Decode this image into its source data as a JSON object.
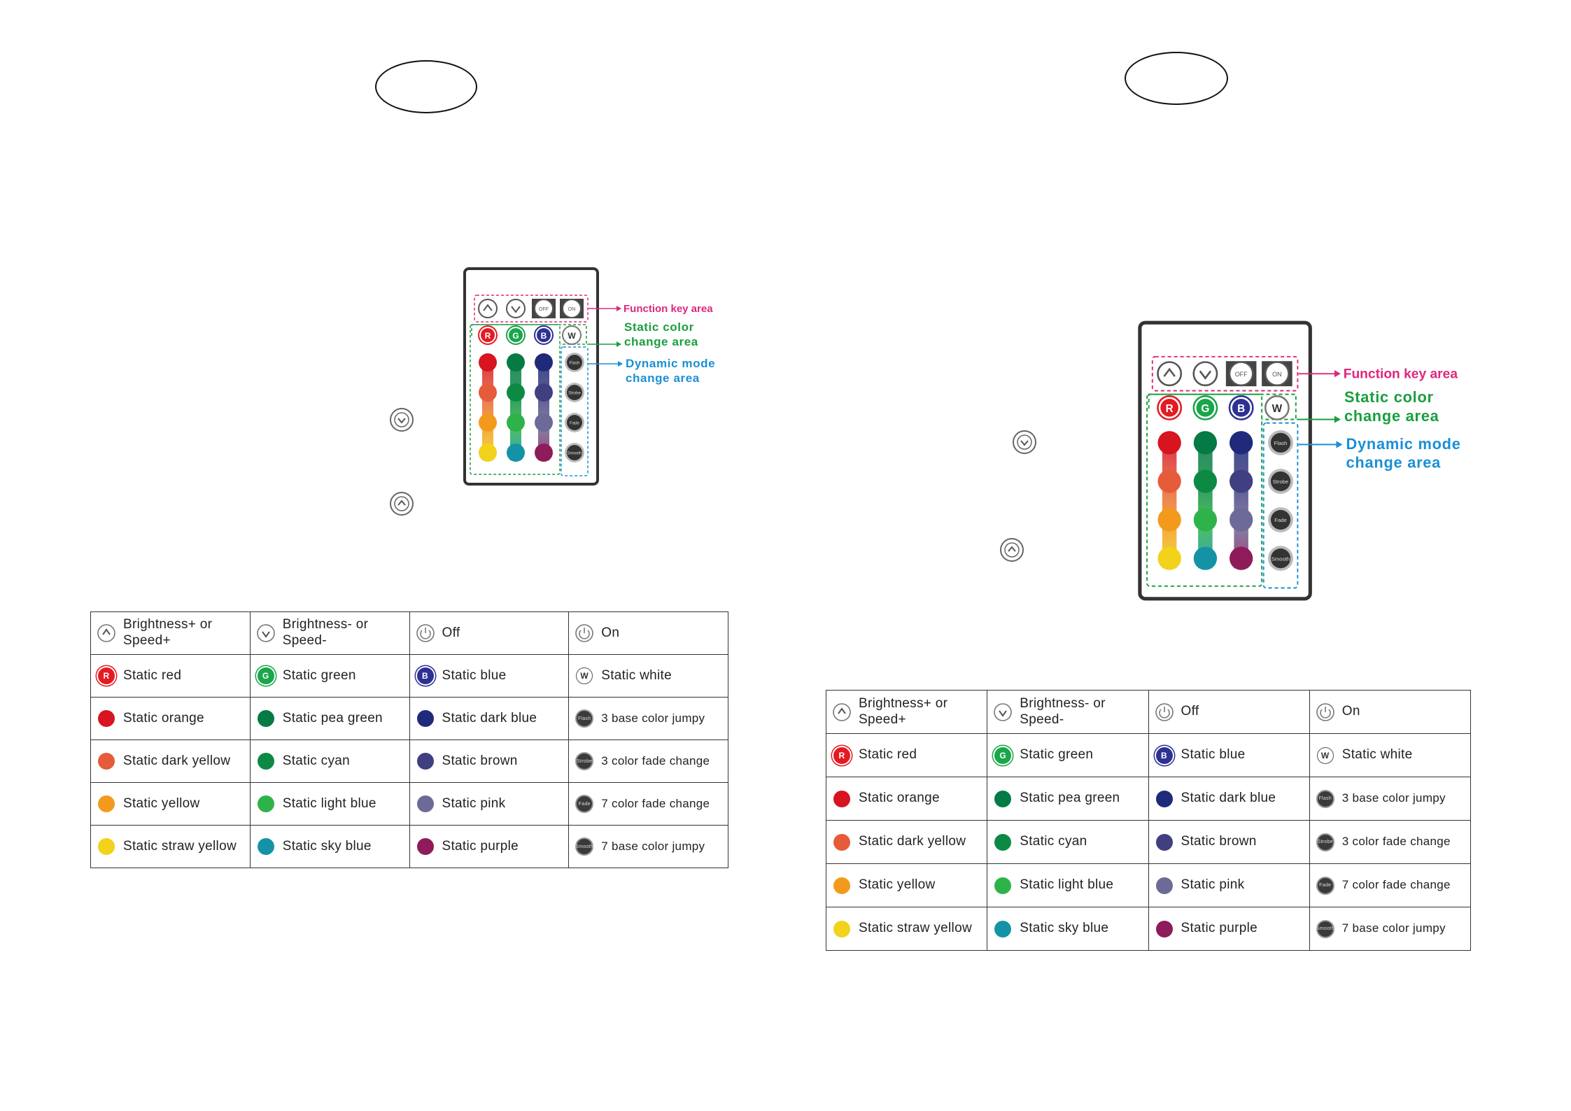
{
  "diagram": {
    "function_label": "Function key area",
    "static_label": [
      "Static color",
      "change area"
    ],
    "dynamic_label": [
      "Dynamic mode",
      "change area"
    ],
    "color_buttons": [
      "R",
      "G",
      "B",
      "W"
    ],
    "func_buttons": [
      "OFF",
      "ON"
    ],
    "mode_buttons": [
      "Flash",
      "Strobe",
      "Fade",
      "Smooth"
    ]
  },
  "colors": {
    "function": "#e0267f",
    "static": "#1a9e3f",
    "dynamic": "#1a8fd4"
  },
  "table": {
    "rows": [
      [
        {
          "icon": "brightness-up-icon",
          "text": "Brightness+ or Speed+"
        },
        {
          "icon": "brightness-down-icon",
          "text": "Brightness- or Speed-"
        },
        {
          "icon": "off-icon",
          "text": "Off"
        },
        {
          "icon": "on-icon",
          "text": "On"
        }
      ],
      [
        {
          "icon": "ring",
          "letter": "R",
          "color": "#e31b23",
          "text": "Static red"
        },
        {
          "icon": "ring",
          "letter": "G",
          "color": "#1aa64a",
          "text": "Static green"
        },
        {
          "icon": "ring",
          "letter": "B",
          "color": "#2e3192",
          "text": "Static blue"
        },
        {
          "icon": "plain",
          "letter": "W",
          "text": "Static white"
        }
      ],
      [
        {
          "icon": "dot",
          "color": "#d7141f",
          "text": "Static orange"
        },
        {
          "icon": "dot",
          "color": "#067a45",
          "text": "Static pea green"
        },
        {
          "icon": "dot",
          "color": "#1f2a7a",
          "text": "Static dark blue"
        },
        {
          "icon": "key",
          "key": "Flash",
          "text": "3 base color jumpy"
        }
      ],
      [
        {
          "icon": "dot",
          "color": "#e65b3a",
          "text": "Static dark yellow"
        },
        {
          "icon": "dot",
          "color": "#0c8a43",
          "text": "Static cyan"
        },
        {
          "icon": "dot",
          "color": "#3f3f82",
          "text": "Static brown"
        },
        {
          "icon": "key",
          "key": "Strobe",
          "text": "3 color fade change"
        }
      ],
      [
        {
          "icon": "dot",
          "color": "#f39a1c",
          "text": "Static yellow"
        },
        {
          "icon": "dot",
          "color": "#2db34a",
          "text": "Static light blue"
        },
        {
          "icon": "dot",
          "color": "#6c6a96",
          "text": "Static pink"
        },
        {
          "icon": "key",
          "key": "Fade",
          "text": "7 color fade change"
        }
      ],
      [
        {
          "icon": "dot",
          "color": "#f2d21a",
          "text": "Static straw yellow"
        },
        {
          "icon": "dot",
          "color": "#1593a6",
          "text": "Static sky blue"
        },
        {
          "icon": "dot",
          "color": "#8e1b5a",
          "text": "Static purple"
        },
        {
          "icon": "key",
          "key": "Smooth",
          "text": "7 base color jumpy"
        }
      ]
    ]
  }
}
